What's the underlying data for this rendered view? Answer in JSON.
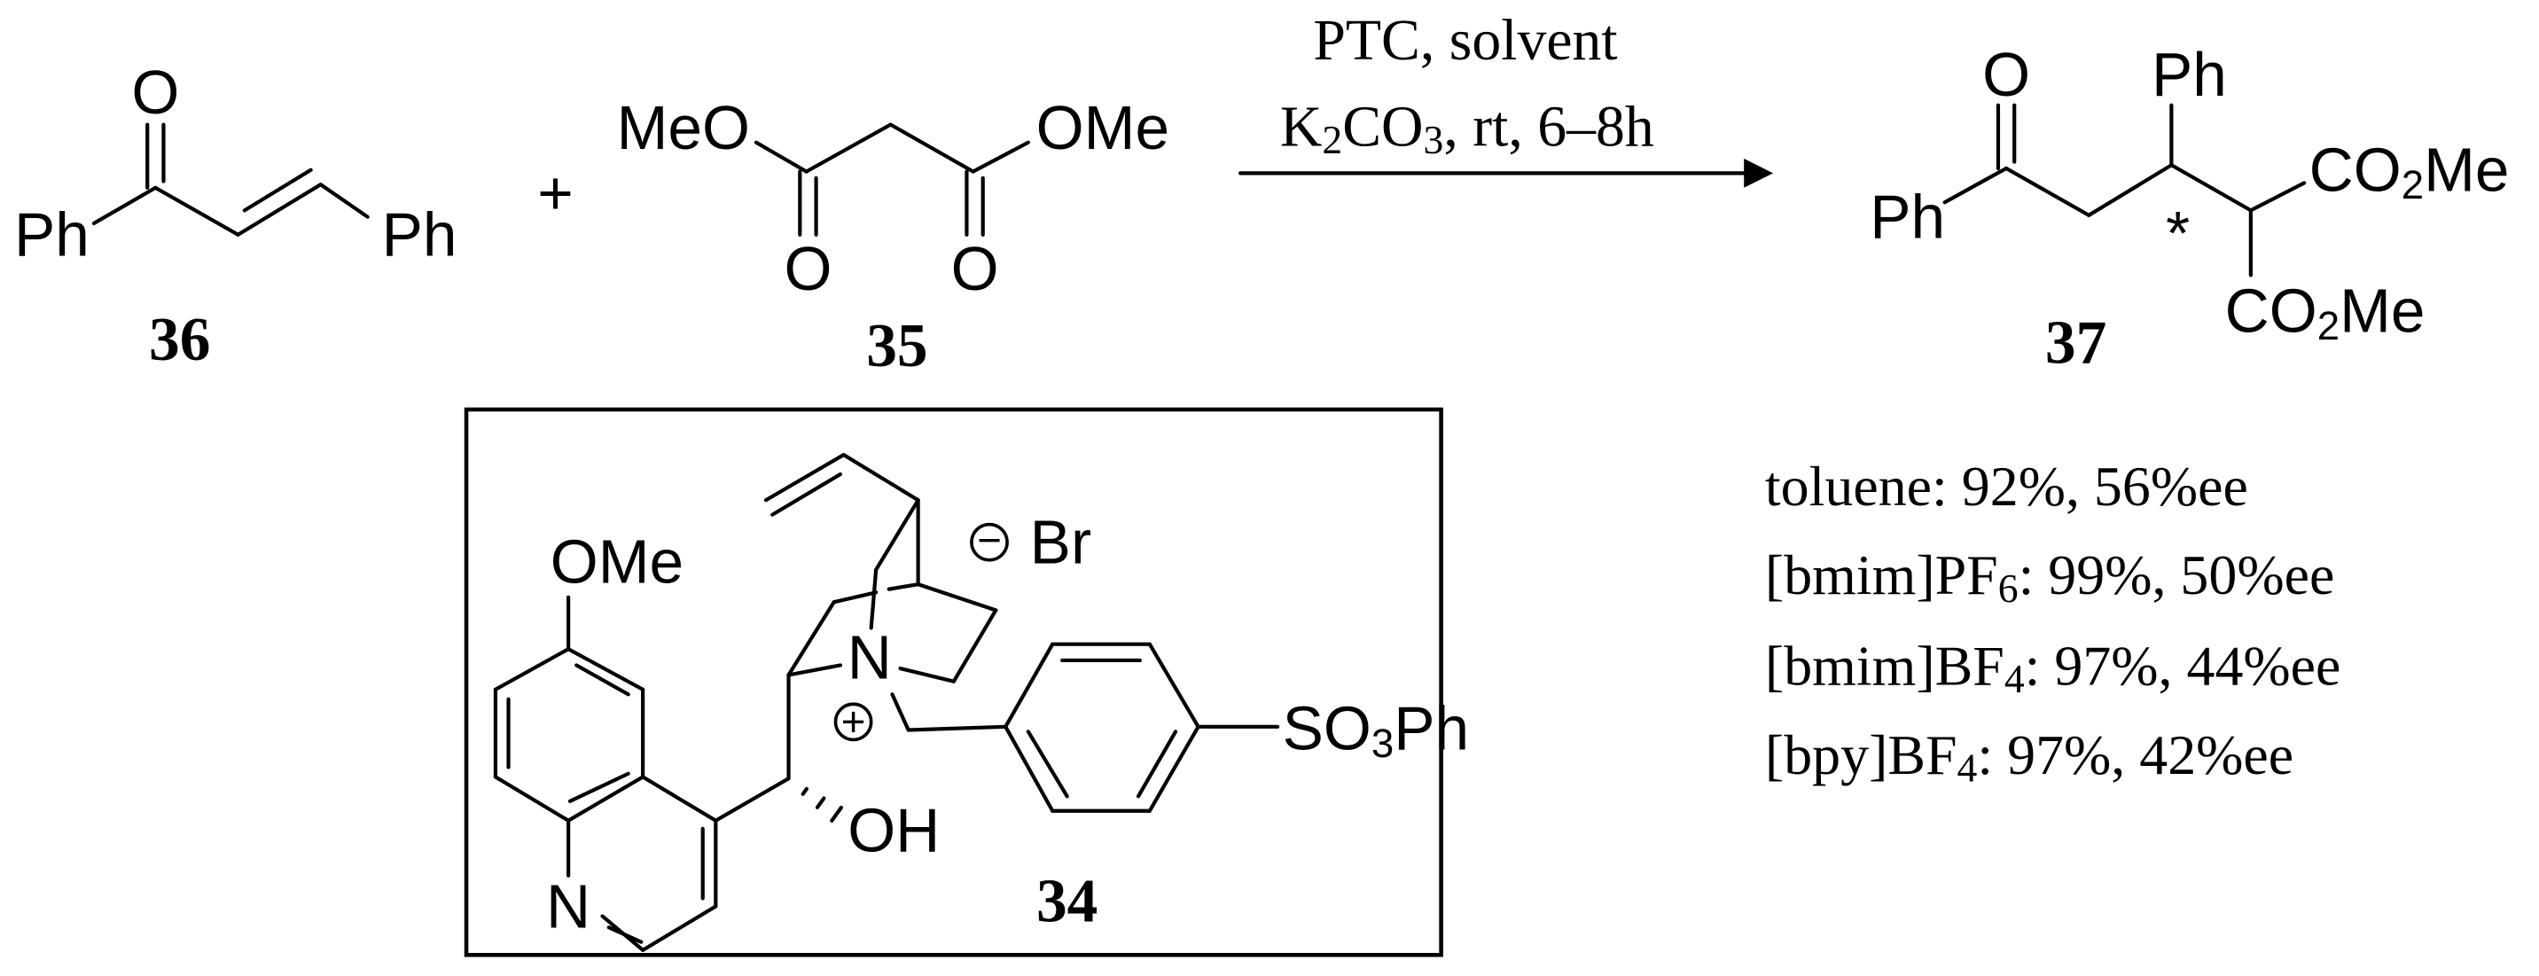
{
  "reactant_36": {
    "label": "36",
    "oxygen": "O",
    "ph_left": "Ph",
    "ph_right": "Ph"
  },
  "plus_sign": "+",
  "reactant_35": {
    "label": "35",
    "meo": "MeO",
    "ome": "OMe",
    "oxygen_1": "O",
    "oxygen_2": "O"
  },
  "conditions": {
    "line1": "PTC, solvent",
    "line2": {
      "k": "K",
      "sub1": "2",
      "co": "CO",
      "sub2": "3",
      "rest": ", rt, 6–8h"
    }
  },
  "product_37": {
    "label": "37",
    "oxygen": "O",
    "ph_ketone": "Ph",
    "ph": "Ph",
    "stereocenter_mark": "*",
    "ester_1": {
      "a": "CO",
      "sub": "2",
      "b": "Me"
    },
    "ester_2": {
      "a": "CO",
      "sub": "2",
      "b": "Me"
    }
  },
  "catalyst_34": {
    "label": "34",
    "ome": "OMe",
    "n_quinoline": "N",
    "n_ammonium": "N",
    "plus_charge": "+",
    "minus_charge": "−",
    "counterion": "Br",
    "oh": "OH",
    "sulfonate": {
      "a": "SO",
      "sub": "3",
      "b": "Ph"
    }
  },
  "results": [
    {
      "solvent": "toluene",
      "sub": "",
      "value": ": 92%, 56%ee"
    },
    {
      "solvent": "[bmim]PF",
      "sub": "6",
      "value": ": 99%, 50%ee"
    },
    {
      "solvent": "[bmim]BF",
      "sub": "4",
      "value": ": 97%, 44%ee"
    },
    {
      "solvent": "[bpy]BF",
      "sub": "4",
      "value": ": 97%, 42%ee"
    }
  ]
}
